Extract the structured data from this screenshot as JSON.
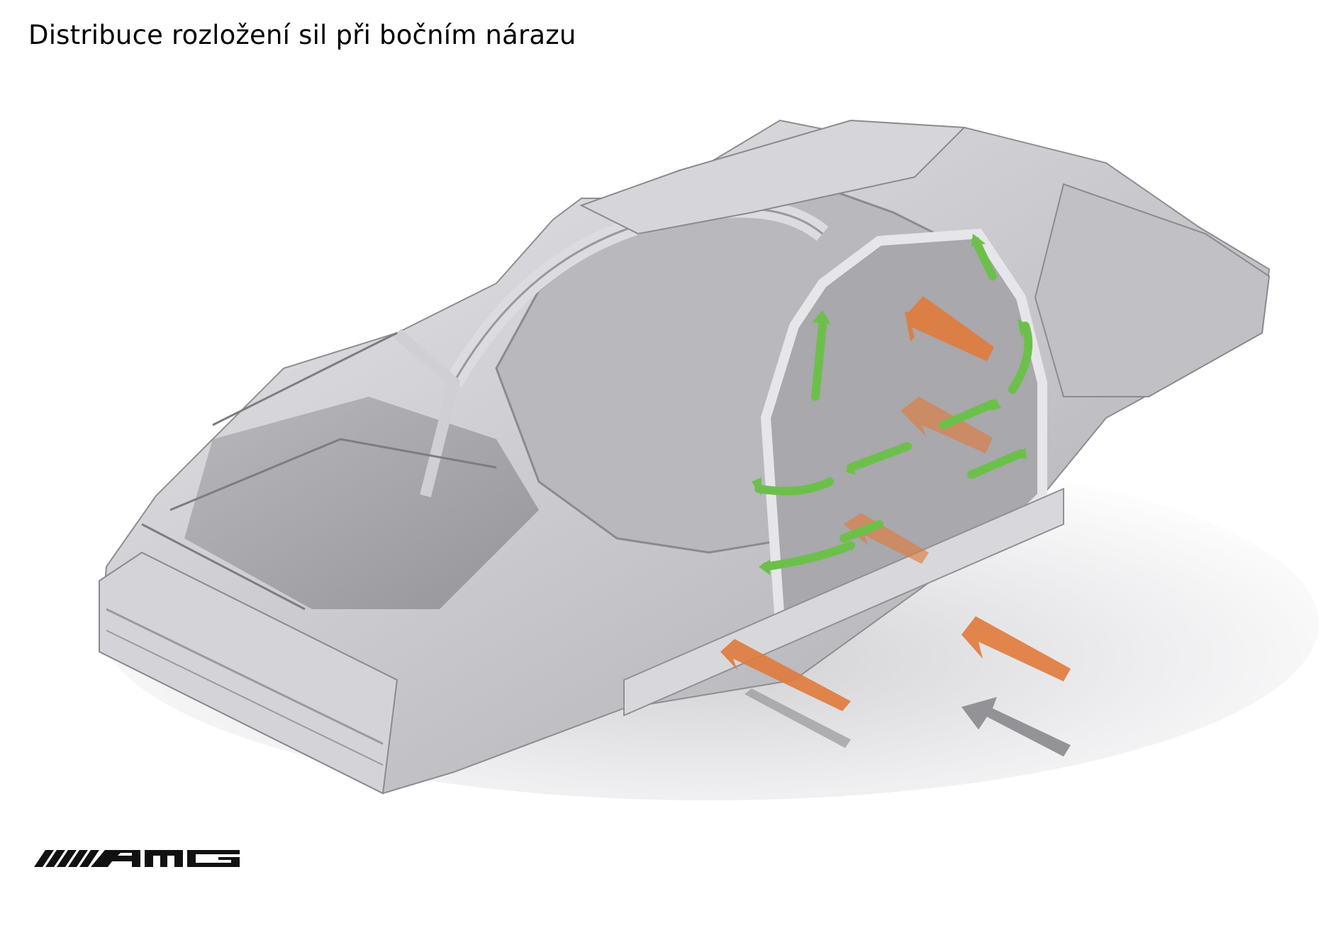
{
  "title": "Distribuce rozložení sil při bočním nárazu",
  "logo": {
    "text": "AMG",
    "icon": "amg-logo-icon"
  },
  "illustration": {
    "subject": "car-body-in-white-side-impact",
    "legend_colors": {
      "impact_force": "#e07a3c",
      "impact_shadow": "#8a8a8e",
      "load_path": "#6cc04a",
      "body_metal": "#c9c9ce",
      "background": "#ffffff"
    }
  }
}
